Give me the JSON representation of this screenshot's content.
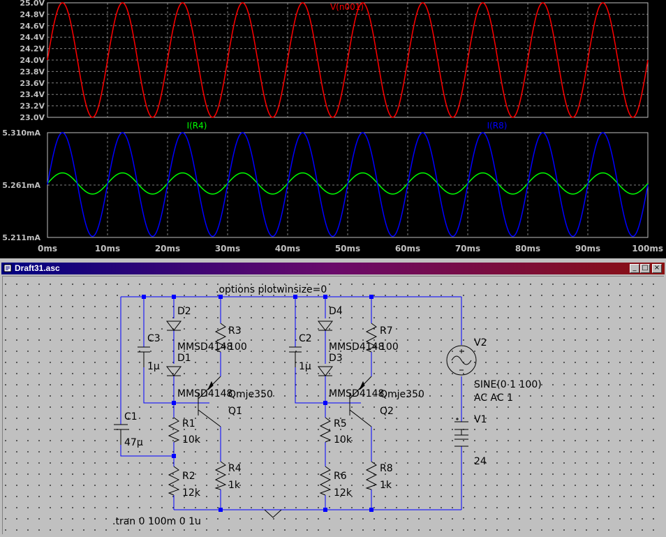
{
  "plot": {
    "pane1": {
      "trace_label": "V(n001)",
      "trace_color": "#ff0000",
      "y_ticks": [
        "25.0V",
        "24.8V",
        "24.6V",
        "24.4V",
        "24.2V",
        "24.0V",
        "23.8V",
        "23.6V",
        "23.4V",
        "23.2V",
        "23.0V"
      ]
    },
    "pane2": {
      "trace_labels": [
        {
          "text": "I(R4)",
          "color": "#00ff00"
        },
        {
          "text": "I(R8)",
          "color": "#0000ff"
        }
      ],
      "y_ticks": [
        "5.310mA",
        "5.261mA",
        "5.211mA"
      ]
    },
    "x_ticks": [
      "0ms",
      "10ms",
      "20ms",
      "30ms",
      "40ms",
      "50ms",
      "60ms",
      "70ms",
      "80ms",
      "90ms",
      "100ms"
    ]
  },
  "chart_data": [
    {
      "type": "line",
      "x_unit": "ms",
      "xlim": [
        0,
        100
      ],
      "ylim": [
        23.0,
        25.0
      ],
      "series": [
        {
          "name": "V(n001)",
          "waveform": "sine",
          "offset": 24.0,
          "amplitude": 1.0,
          "frequency_hz": 100,
          "color": "#ff0000"
        }
      ]
    },
    {
      "type": "line",
      "x_unit": "ms",
      "xlim": [
        0,
        100
      ],
      "ylim": [
        5.211,
        5.31
      ],
      "series": [
        {
          "name": "I(R4)",
          "waveform": "sine",
          "offset": 5.262,
          "amplitude": 0.01,
          "frequency_hz": 100,
          "color": "#00ff00"
        },
        {
          "name": "I(R8)",
          "waveform": "sine",
          "offset": 5.261,
          "amplitude": 0.049,
          "frequency_hz": 100,
          "color": "#0000ff"
        }
      ]
    }
  ],
  "window": {
    "title": "Draft31.asc",
    "min_btn": "_",
    "max_btn": "□",
    "close_btn": "×"
  },
  "schematic": {
    "options_directive": ".options plotwinsize=0",
    "tran_directive": ".tran 0 100m 0 1u",
    "components": {
      "D2": {
        "ref": "D2",
        "value": "MMSD4148"
      },
      "D1": {
        "ref": "D1",
        "value": "MMSD4148"
      },
      "D4": {
        "ref": "D4",
        "value": "MMSD4148"
      },
      "D3": {
        "ref": "D3",
        "value": "MMSD4148"
      },
      "C3": {
        "ref": "C3",
        "value": "1µ"
      },
      "C2": {
        "ref": "C2",
        "value": "1µ"
      },
      "C1": {
        "ref": "C1",
        "value": "47µ"
      },
      "R3": {
        "ref": "R3",
        "value": "100"
      },
      "R7": {
        "ref": "R7",
        "value": "100"
      },
      "R1": {
        "ref": "R1",
        "value": "10k"
      },
      "R2": {
        "ref": "R2",
        "value": "12k"
      },
      "R4": {
        "ref": "R4",
        "value": "1k"
      },
      "R5": {
        "ref": "R5",
        "value": "10k"
      },
      "R6": {
        "ref": "R6",
        "value": "12k"
      },
      "R8": {
        "ref": "R8",
        "value": "1k"
      },
      "Q1": {
        "ref": "Q1",
        "value": "Qmje350"
      },
      "Q2": {
        "ref": "Q2",
        "value": "Qmje350"
      },
      "V2": {
        "ref": "V2",
        "value": "SINE(0 1 100)",
        "value2": "AC AC 1"
      },
      "V1": {
        "ref": "V1",
        "value": "24"
      }
    }
  }
}
